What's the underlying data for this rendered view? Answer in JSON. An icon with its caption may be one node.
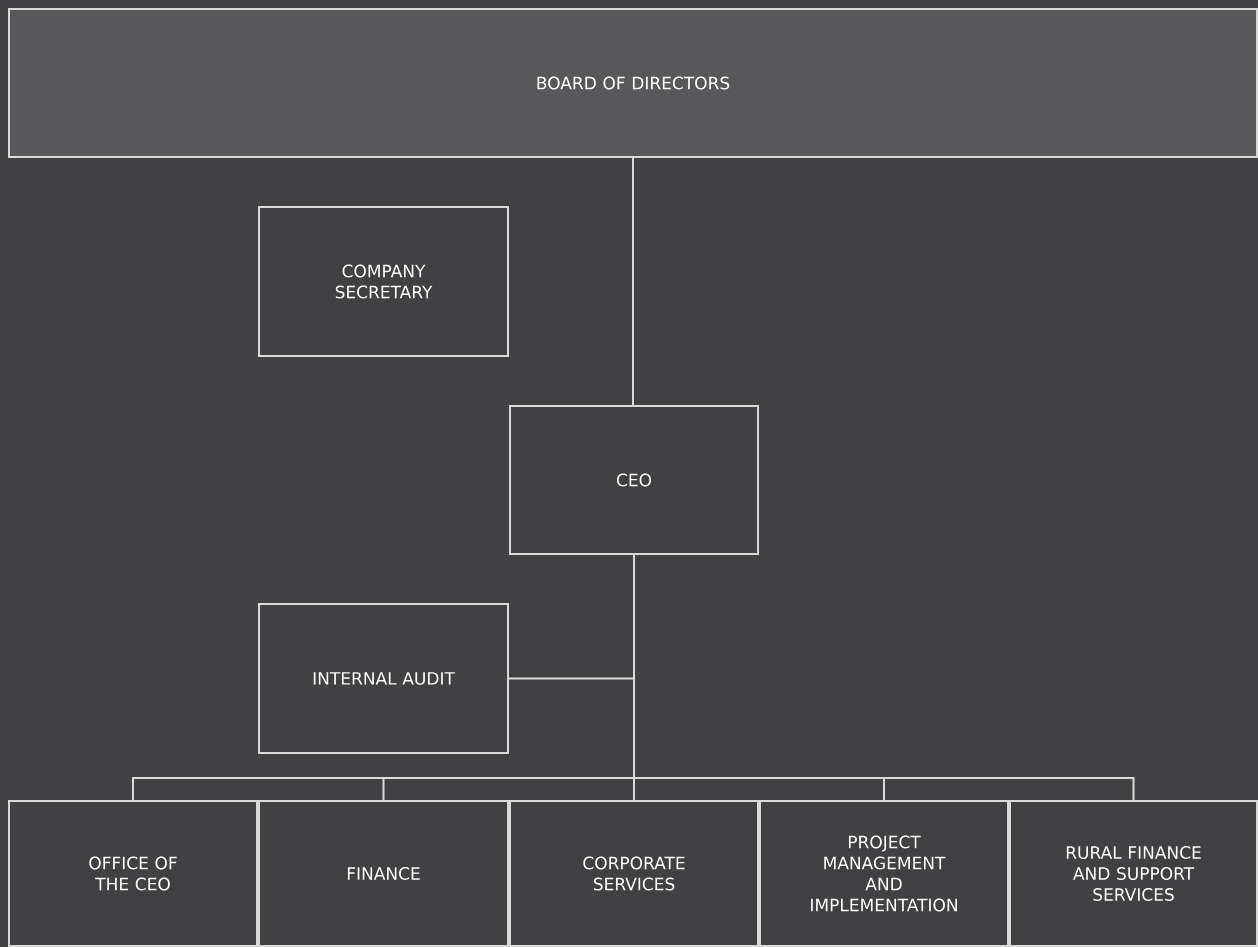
{
  "diagram": {
    "nodes": [
      {
        "text": [
          "BOARD OF DIRECTORS"
        ]
      },
      {
        "text": [
          "COMPANY SECRETARY"
        ]
      },
      {
        "text": [
          "CEO"
        ]
      },
      {
        "text": [
          "INTERNAL AUDIT"
        ]
      },
      {
        "text": [
          "OFFICE OF THE CEO"
        ]
      },
      {
        "text": [
          "FINANCE"
        ]
      },
      {
        "text": [
          "CORPORATE SERVICES"
        ]
      },
      {
        "text": [
          "PROJECT MANAGEMENT AND IMPLEMENTATION"
        ]
      },
      {
        "text": [
          "RURAL FINANCE AND SUPPORT SERVICES"
        ]
      }
    ],
    "edges": [
      {
        "from": 0,
        "to": 2,
        "arrow": "none"
      },
      {
        "from": 2,
        "to": 3,
        "arrow": "none"
      },
      {
        "from": 2,
        "to": 4,
        "arrow": "none"
      },
      {
        "from": 2,
        "to": 5,
        "arrow": "none"
      },
      {
        "from": 2,
        "to": 6,
        "arrow": "none"
      },
      {
        "from": 2,
        "to": 7,
        "arrow": "none"
      },
      {
        "from": 2,
        "to": 8,
        "arrow": "none"
      }
    ]
  }
}
